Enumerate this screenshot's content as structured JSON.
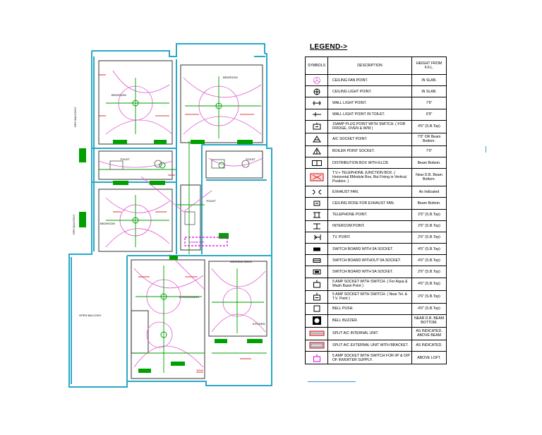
{
  "legend": {
    "title": "LEGEND->",
    "headers": {
      "symbols": "SYMBOLS",
      "description": "DESCRIPTION",
      "height": "HEIGHT FROM F.F.L."
    },
    "rows": [
      {
        "icon": "ceiling-fan",
        "desc": "CEILING FAN POINT.",
        "height": "IN SLAB."
      },
      {
        "icon": "ceiling-light",
        "desc": "CEILING LIGHT POINT.",
        "height": "IN SLAB."
      },
      {
        "icon": "wall-light",
        "desc": "WALL LIGHT POINT.",
        "height": "7'6\""
      },
      {
        "icon": "wall-light-toilet",
        "desc": "WALL LIGHT POINT IN TOILET.",
        "height": "6'9\""
      },
      {
        "icon": "plug-15amp",
        "desc": "15AMP PLUG POINT WITH SWITCH. ( FOR FRIDGE, OVEN & W/M )",
        "height": "4'6\" (S.B.Top)"
      },
      {
        "icon": "ac-socket",
        "desc": "A/C SOCKET POINT.",
        "height": "7'0\" OR Beam Bottom."
      },
      {
        "icon": "boiler",
        "desc": "BOILER POINT SOCKET.",
        "height": "7'0\""
      },
      {
        "icon": "distribution-box",
        "desc": "DISTRIBUTION BOX WITH ELCB.",
        "height": "Beam Bottom."
      },
      {
        "icon": "tv-telephone-box",
        "desc": "T.V.+ TELEPHONE JUNCTION BOX. ( Horizontal 8Module Box, But Fixing in Vertical Position. )",
        "height": "Near D.B. Beam Bottom."
      },
      {
        "icon": "exhaust-fan",
        "desc": "EXHAUST FAN.",
        "height": "As Indicated"
      },
      {
        "icon": "ceiling-rose",
        "desc": "CEILING ROSE FOR EXHAUST FAN.",
        "height": "Beam Bottom."
      },
      {
        "icon": "telephone",
        "desc": "TELEPHONE POINT.",
        "height": "2'6\" (S.B.Top)"
      },
      {
        "icon": "intercom",
        "desc": "INTERCOM POINT.",
        "height": "2'6\" (S.B.Top)"
      },
      {
        "icon": "tv-point",
        "desc": "TV. POINT.",
        "height": "2'6\" (S.B.Top)"
      },
      {
        "icon": "switchboard-5a",
        "desc": "SWITCH BOARD WITH 5A SOCKET.",
        "height": "4'6\" (S.B.Top)"
      },
      {
        "icon": "switchboard-no-socket",
        "desc": "SWITCH BOARD WITHOUT 5A SOCKET.",
        "height": "4'6\" (S.B.Top)"
      },
      {
        "icon": "switchboard-5a-low",
        "desc": "SWITCH BOARD WITH 5A SOCKET.",
        "height": "2'6\" (S.B.Top)"
      },
      {
        "icon": "socket-5a-aqua",
        "desc": "5 AMP SOCKET WITH SWITCH. ( For Aqua & Wash Basin Point )",
        "height": "4'6\" (S.B.Top)"
      },
      {
        "icon": "socket-5a-tel",
        "desc": "5 AMP SOCKET WITH SWITCH. ( Near Tel. & T.V. Point )",
        "height": "2'6\" (S.B.Top)"
      },
      {
        "icon": "bell-push",
        "desc": "BELL PUSH.",
        "height": "4'6\" (S.B.Top)"
      },
      {
        "icon": "bell-buzzer",
        "desc": "BELL BUZZER.",
        "height": "NEAR D.B. BEAM BOTTOM."
      },
      {
        "icon": "split-ac-internal",
        "desc": "SPLIT A/C INTERNAL UNIT.",
        "height": "AS INDICATED. ABOVE BEAM"
      },
      {
        "icon": "split-ac-external",
        "desc": "SPLIT A/C EXTERNAL UNIT WITH BRACKET.",
        "height": "AS INDICATED."
      },
      {
        "icon": "inverter-socket",
        "desc": "5 AMP SOCKET WITH SWITCH FOR I/P & O/P OF INVERTER SUPPLY.",
        "height": "ABOVE LOFT."
      }
    ]
  },
  "plan": {
    "rooms": {
      "bedroom1": "BEDROOM",
      "bedroom2": "BEDROOM",
      "bedroom3": "BEDROOM",
      "toilet1": "TOILET",
      "toilet2": "TOILET",
      "toilet3": "TOILET",
      "living": "LIVING/DINING",
      "kitchen": "KITCHEN",
      "washing": "WASHING AREA",
      "open_balcony": "OPEN BALCONY",
      "dry_balcony1": "DRY BALCONY",
      "dry_balcony2": "DRY BALCONY",
      "inverter": "Inverter Loft"
    },
    "marks": {
      "door_no": "202"
    }
  },
  "colors": {
    "wall": "#2aa8c8",
    "circuit": "#e05ad0",
    "fixture": "#00a000",
    "dim": "#d00000",
    "inverter": "#e000e0"
  }
}
